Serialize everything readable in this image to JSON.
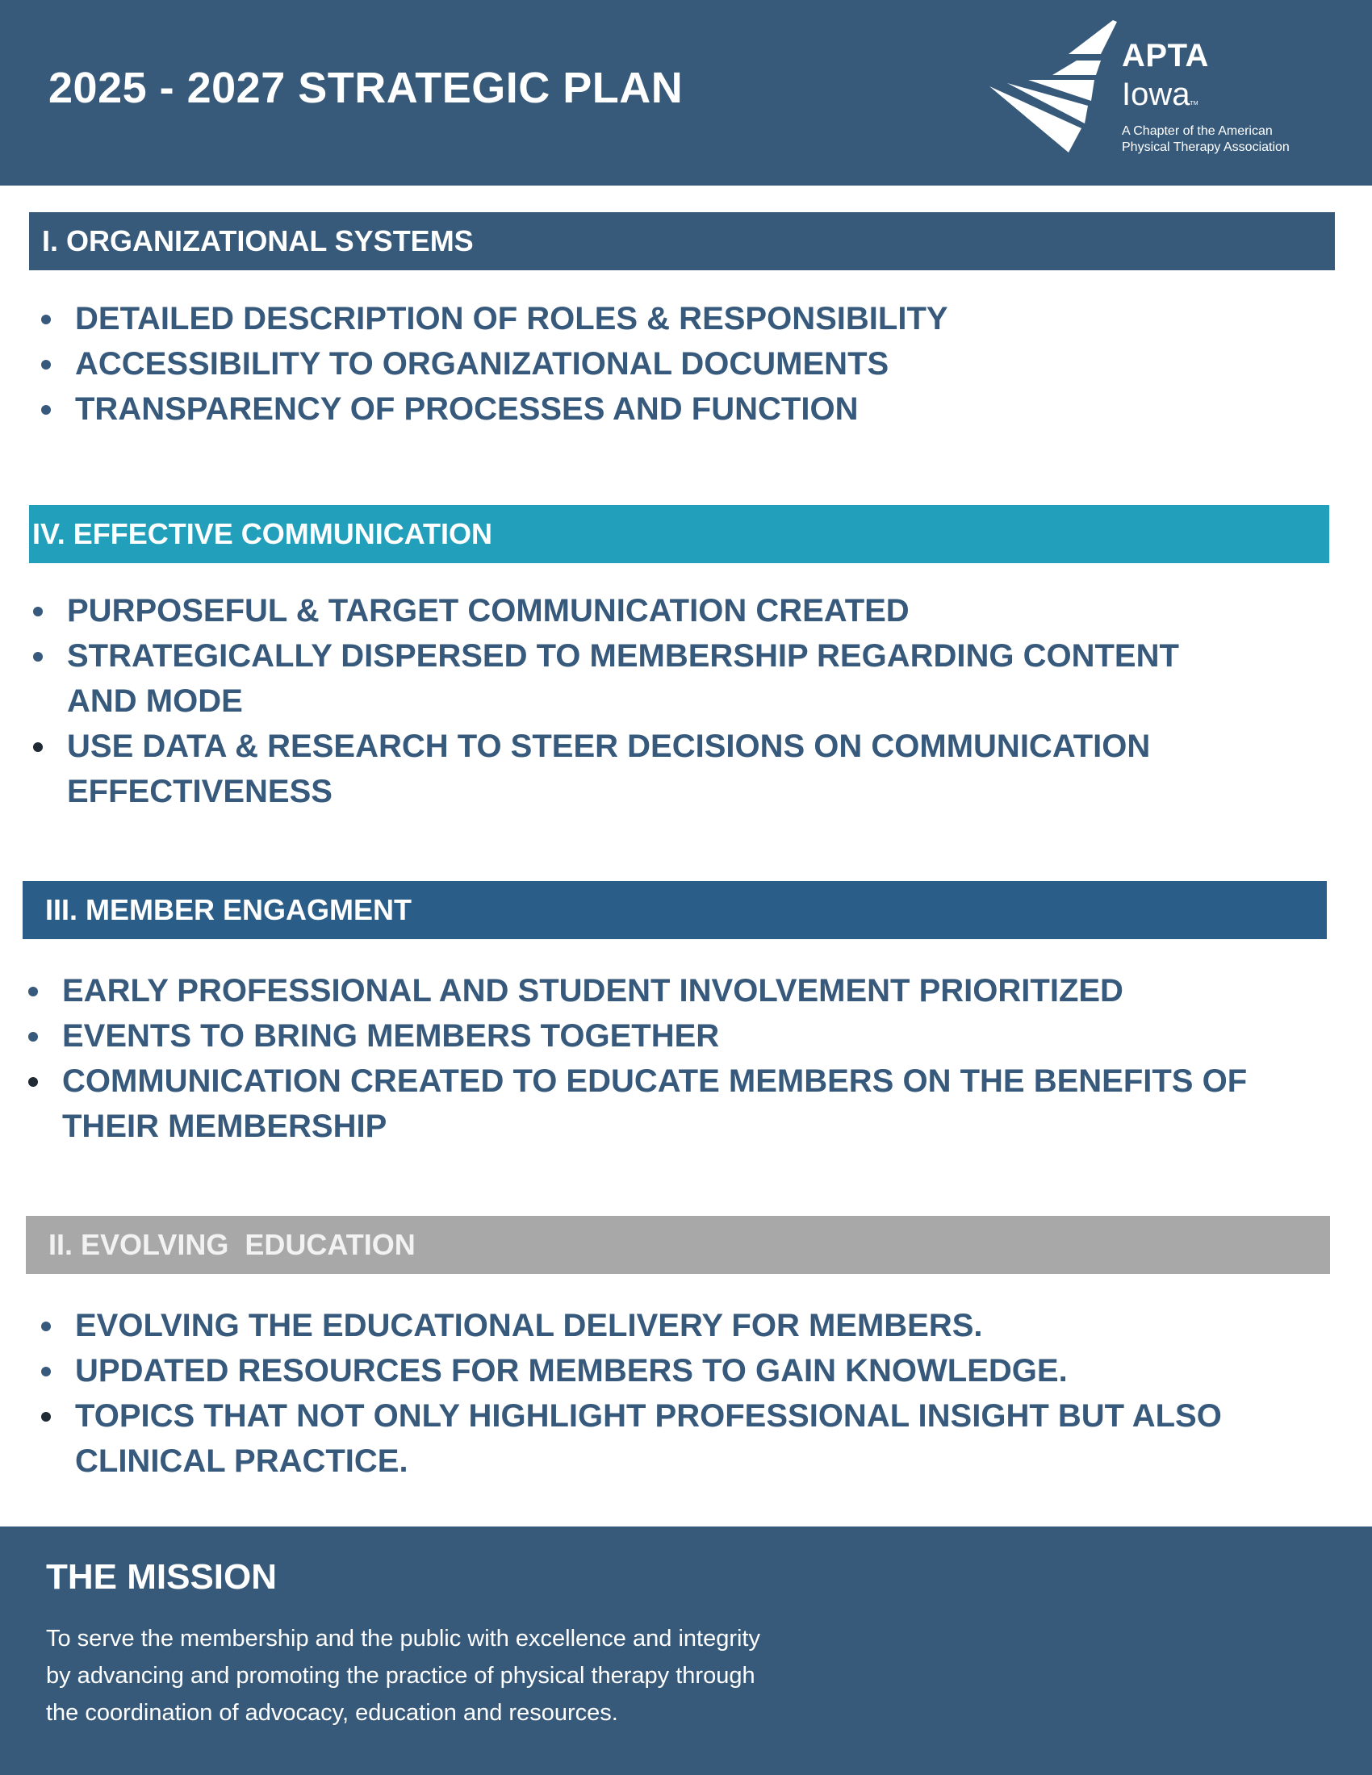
{
  "header": {
    "title": "2025 - 2027 STRATEGIC PLAN",
    "background_color": "#385a7a",
    "logo": {
      "icon": "apta-wing-logo-icon",
      "name": "APTA",
      "region": "Iowa",
      "trademark": "TM",
      "tagline_line1": "A Chapter of the American",
      "tagline_line2": "Physical Therapy Association"
    }
  },
  "sections": [
    {
      "heading": "I. ORGANIZATIONAL SYSTEMS",
      "color": "#385a7a",
      "items": [
        {
          "lines": [
            "DETAILED DESCRIPTION OF ROLES & RESPONSIBILITY"
          ]
        },
        {
          "lines": [
            "ACCESSIBILITY TO ORGANIZATIONAL DOCUMENTS"
          ]
        },
        {
          "lines": [
            "TRANSPARENCY OF PROCESSES AND FUNCTION"
          ]
        }
      ]
    },
    {
      "heading": "IV. EFFECTIVE COMMUNICATION",
      "color": "#22a0bb",
      "items": [
        {
          "lines": [
            "PURPOSEFUL & TARGET COMMUNICATION CREATED"
          ]
        },
        {
          "lines": [
            "STRATEGICALLY DISPERSED TO MEMBERSHIP REGARDING CONTENT",
            "AND MODE"
          ]
        },
        {
          "lines": [
            "USE DATA & RESEARCH TO STEER DECISIONS ON COMMUNICATION",
            "EFFECTIVENESS"
          ]
        }
      ]
    },
    {
      "heading": "III. MEMBER ENGAGMENT",
      "color": "#2a5d88",
      "items": [
        {
          "lines": [
            "EARLY PROFESSIONAL AND STUDENT INVOLVEMENT PRIORITIZED"
          ]
        },
        {
          "lines": [
            "EVENTS TO BRING MEMBERS TOGETHER"
          ]
        },
        {
          "lines": [
            "COMMUNICATION CREATED TO EDUCATE MEMBERS ON THE BENEFITS OF",
            "THEIR MEMBERSHIP"
          ]
        }
      ]
    },
    {
      "heading": "II. EVOLVING  EDUCATION",
      "color": "#a8a8a8",
      "items": [
        {
          "lines": [
            "EVOLVING THE EDUCATIONAL DELIVERY FOR MEMBERS."
          ]
        },
        {
          "lines": [
            "UPDATED RESOURCES FOR MEMBERS TO GAIN KNOWLEDGE."
          ]
        },
        {
          "lines": [
            "TOPICS THAT NOT ONLY HIGHLIGHT PROFESSIONAL INSIGHT BUT ALSO",
            "CLINICAL PRACTICE."
          ]
        }
      ]
    }
  ],
  "mission": {
    "title": "THE MISSION",
    "lines": [
      "To serve the membership and the public with excellence and integrity",
      "by advancing and promoting the practice of physical therapy through",
      "the coordination of advocacy, education and resources."
    ]
  },
  "colors": {
    "text_primary": "#375a7c",
    "white": "#ffffff"
  }
}
